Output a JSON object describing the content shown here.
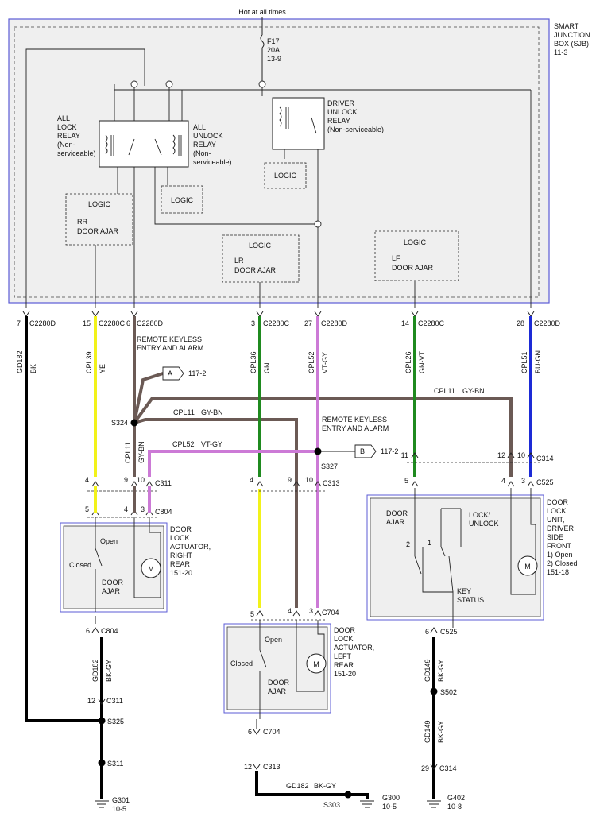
{
  "header": {
    "hot_label": "Hot at all times"
  },
  "sjb": {
    "title_lines": [
      "SMART",
      "JUNCTION",
      "BOX (SJB)",
      "11-3"
    ],
    "fuse_lines": [
      "F17",
      "20A",
      "13-9"
    ],
    "all_lock_relay": [
      "ALL",
      "LOCK",
      "RELAY",
      "(Non-",
      "serviceable)"
    ],
    "all_unlock_relay": [
      "ALL",
      "UNLOCK",
      "RELAY",
      "(Non-",
      "serviceable)"
    ],
    "driver_unlock_relay": [
      "DRIVER",
      "UNLOCK",
      "RELAY",
      "(Non-serviceable)"
    ],
    "logic": "LOGIC",
    "rr_door_ajar": [
      "RR",
      "DOOR AJAR"
    ],
    "lr_door_ajar": [
      "LR",
      "DOOR AJAR"
    ],
    "lf_door_ajar": [
      "LF",
      "DOOR AJAR"
    ]
  },
  "pins": [
    {
      "num": "7",
      "conn": "C2280D"
    },
    {
      "num": "15",
      "conn": "C2280C"
    },
    {
      "num": "6",
      "conn": "C2280D"
    },
    {
      "num": "3",
      "conn": "C2280C"
    },
    {
      "num": "27",
      "conn": "C2280D"
    },
    {
      "num": "14",
      "conn": "C2280C"
    },
    {
      "num": "28",
      "conn": "C2280D"
    }
  ],
  "wires": {
    "gd182": "GD182",
    "bk": "BK",
    "cpl39": "CPL39",
    "ye": "YE",
    "cpl11": "CPL11",
    "gybn": "GY-BN",
    "cpl36": "CPL36",
    "gn": "GN",
    "cpl52": "CPL52",
    "vtgy": "VT-GY",
    "cpl26": "CPL26",
    "gnvt": "GN-VT",
    "cpl51": "CPL51",
    "bugn": "BU-GN",
    "gd149": "GD149",
    "bkgy": "BK-GY"
  },
  "rke": {
    "label1": [
      "REMOTE KEYLESS",
      "ENTRY AND ALARM"
    ],
    "label2": [
      "REMOTE KEYLESS",
      "ENTRY AND ALARM"
    ],
    "tag_a": "A",
    "ref_a": "117-2",
    "tag_b": "B",
    "ref_b": "117-2"
  },
  "splices": {
    "s324": "S324",
    "s327": "S327",
    "s325": "S325",
    "s311": "S311",
    "s502": "S502",
    "s303": "S303"
  },
  "connectors": {
    "c311": "C311",
    "c804": "C804",
    "c313": "C313",
    "c704": "C704",
    "c314": "C314",
    "c525": "C525"
  },
  "pin_numbers": {
    "c311_4": "4",
    "c311_9": "9",
    "c311_10": "10",
    "c804_5": "5",
    "c804_4": "4",
    "c804_3": "3",
    "c313_4": "4",
    "c313_9": "9",
    "c313_10": "10",
    "c704_5": "5",
    "c704_4": "4",
    "c704_3": "3",
    "c314_11": "11",
    "c314_12": "12",
    "c314_10": "10",
    "c525_5": "5",
    "c525_4": "4",
    "c525_3": "3",
    "c804_6": "6",
    "c311_12": "12",
    "c704_6": "6",
    "c313_12": "12",
    "c525_6": "6",
    "c314_29": "29"
  },
  "rr_actuator": {
    "labels": [
      "DOOR",
      "LOCK",
      "ACTUATOR,",
      "RIGHT",
      "REAR",
      "151-20"
    ],
    "open": "Open",
    "closed": "Closed",
    "door": "DOOR",
    "ajar": "AJAR",
    "motor": "M"
  },
  "lr_actuator": {
    "labels": [
      "DOOR",
      "LOCK",
      "ACTUATOR,",
      "LEFT",
      "REAR",
      "151-20"
    ],
    "open": "Open",
    "closed": "Closed",
    "door": "DOOR",
    "ajar": "AJAR",
    "motor": "M"
  },
  "df_unit": {
    "labels": [
      "DOOR",
      "LOCK",
      "UNIT,",
      "DRIVER",
      "SIDE",
      "FRONT",
      "1) Open",
      "2) Closed",
      "151-18"
    ],
    "door_ajar": [
      "DOOR",
      "AJAR"
    ],
    "lock_unlock": [
      "LOCK/",
      "UNLOCK"
    ],
    "key_status": [
      "KEY",
      "STATUS"
    ],
    "one": "1",
    "two": "2",
    "motor": "M"
  },
  "grounds": {
    "g301": [
      "G301",
      "10-5"
    ],
    "g300": [
      "G300",
      "10-5"
    ],
    "g402": [
      "G402",
      "10-8"
    ]
  },
  "colors": {
    "black": "#000000",
    "yellow": "#f2f21a",
    "brown": "#6b5a55",
    "green": "#1f8a1f",
    "violet": "#cc7ad6",
    "blue": "#1d2bd6",
    "frame": "#5b5bd6",
    "shade": "#efefef"
  }
}
